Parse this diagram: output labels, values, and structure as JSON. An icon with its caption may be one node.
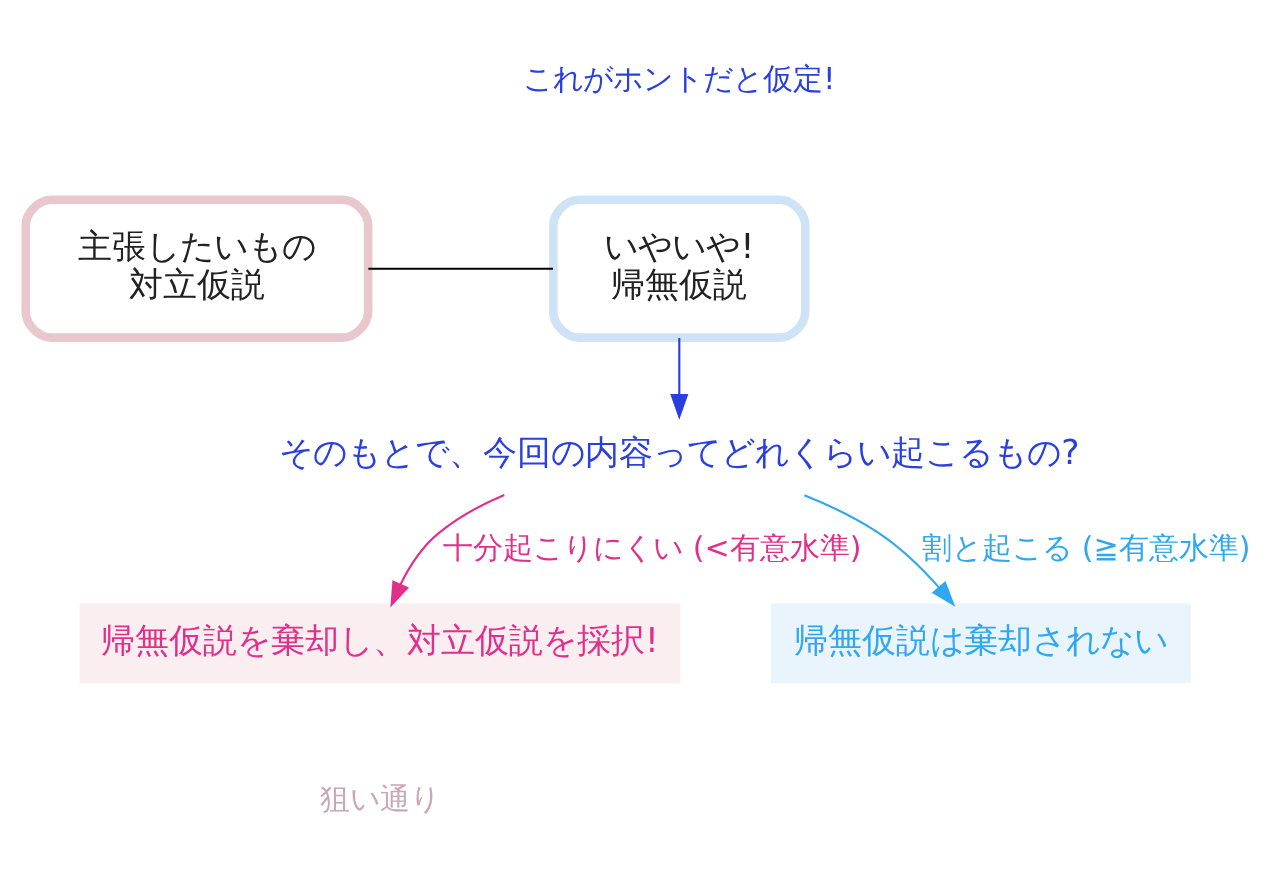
{
  "diagram": {
    "nodes": [
      {
        "text": [
          "主張したいもの",
          "対立仮説"
        ]
      },
      {
        "text": [
          "いやいや!",
          "帰無仮説"
        ],
        "beside": [
          "これがホントだと仮定!"
        ]
      },
      {
        "text": [
          "そのもとで、今回の内容ってどれくらい起こるもの?"
        ]
      },
      {
        "text": [
          "帰無仮説を棄却し、対立仮説を採択!"
        ],
        "beside": [
          "狙い通り"
        ]
      },
      {
        "text": [
          "帰無仮説は棄却されない"
        ]
      }
    ],
    "edges": [
      {
        "from": 0,
        "to": 1,
        "arrow": "none"
      },
      {
        "from": 1,
        "to": 2,
        "arrow": "to",
        "color": "#2a3fe0"
      },
      {
        "from": 2,
        "to": 3,
        "arrow": "to",
        "label": "十分起こりにくい (<有意水準)",
        "color": "#e0308a"
      },
      {
        "from": 2,
        "to": 4,
        "arrow": "to",
        "label": "割と起こる (≧有意水準)",
        "color": "#30a8f0"
      }
    ]
  }
}
